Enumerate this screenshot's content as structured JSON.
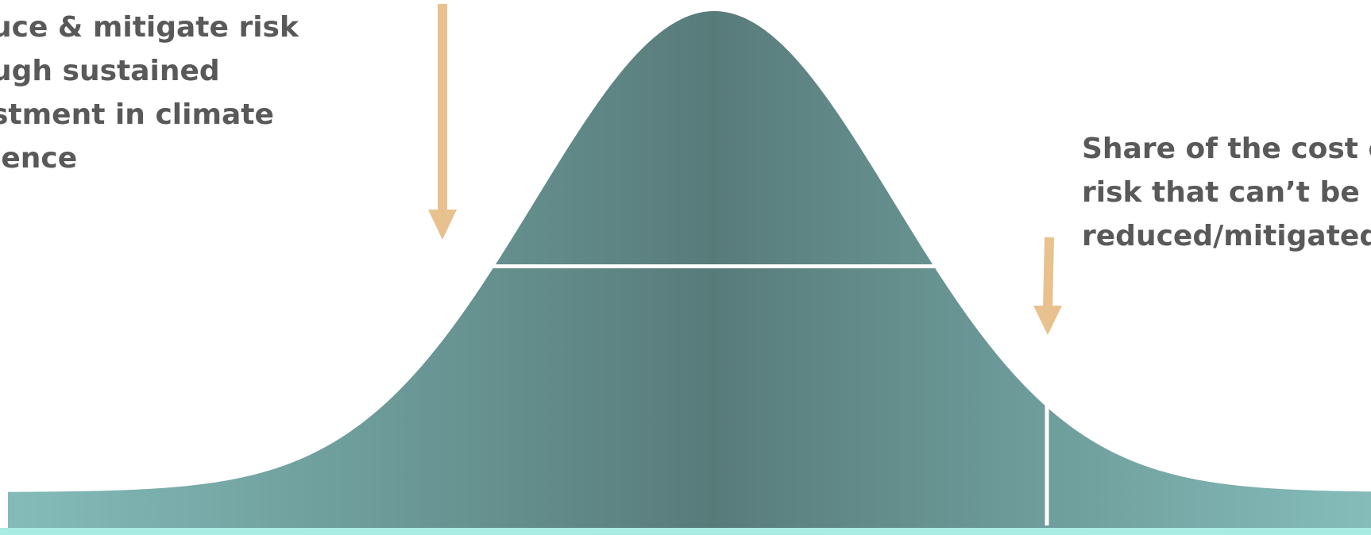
{
  "annotations": {
    "left_label": {
      "lines": [
        "uce & mitigate risk",
        "ugh sustained",
        "stment in  climate",
        "ience"
      ]
    },
    "right_label": {
      "lines": [
        "Share of the cost o",
        "risk that can’t be",
        "reduced/mitigated"
      ]
    }
  },
  "colors": {
    "curve_center": "#587b7a",
    "curve_mid": "#6a9896",
    "curve_edge": "#85bcba",
    "arrow": "#e8c18f",
    "divider": "#ffffff",
    "baseline": "#a8ece4",
    "text": "#595959"
  }
}
